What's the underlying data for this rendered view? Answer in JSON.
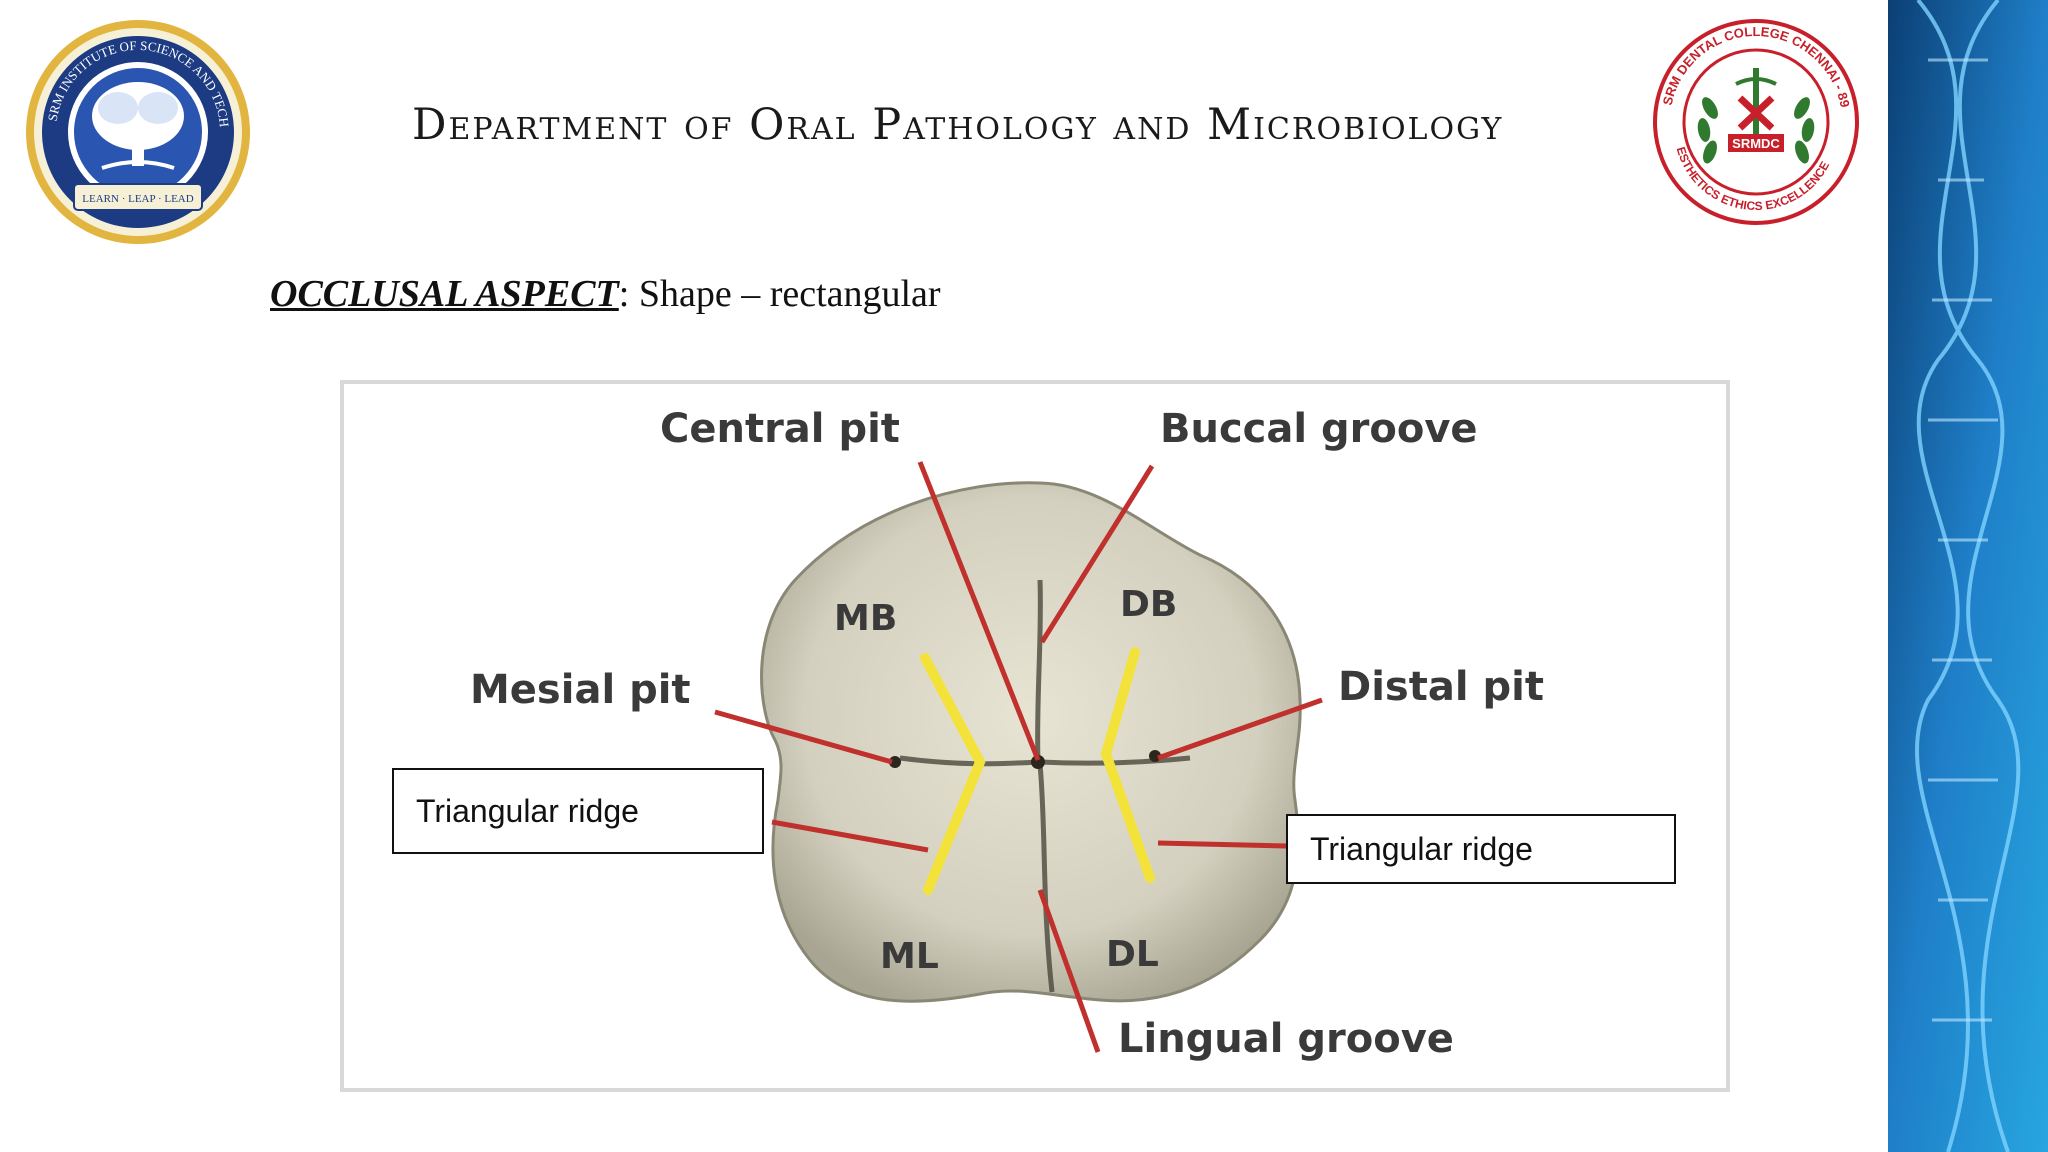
{
  "header": {
    "title": "Department of Oral Pathology and Microbiology",
    "left_logo": {
      "ring_text": "SRM INSTITUTE OF SCIENCE AND TECHNOLOGY",
      "motto": "LEARN · LEAP · LEAD",
      "icon": "tree-icon"
    },
    "right_logo": {
      "ring_text": "SRM DENTAL COLLEGE CHENNAI - 89",
      "bottom_text": "ESTHETICS ETHICS EXCELLENCE",
      "center_text": "SRMDC",
      "icon": "caduceus-icon"
    }
  },
  "subtitle": {
    "lead": "OCCLUSAL ASPECT",
    "rest": ": Shape – rectangular"
  },
  "diagram": {
    "labels": {
      "central_pit": "Central pit",
      "buccal_groove": "Buccal groove",
      "mesial_pit": "Mesial pit",
      "distal_pit": "Distal pit",
      "lingual_groove": "Lingual groove",
      "mb": "MB",
      "db": "DB",
      "ml": "ML",
      "dl": "DL"
    },
    "boxes": {
      "left": "Triangular ridge",
      "right": "Triangular ridge"
    },
    "colors": {
      "leader_line": "#c0302c",
      "ridge": "#f3e23a",
      "tooth": "#dcd8c8"
    }
  },
  "decor": {
    "side_band_colors": [
      "#0b3f74",
      "#1f7fc8",
      "#27a6e0"
    ]
  }
}
